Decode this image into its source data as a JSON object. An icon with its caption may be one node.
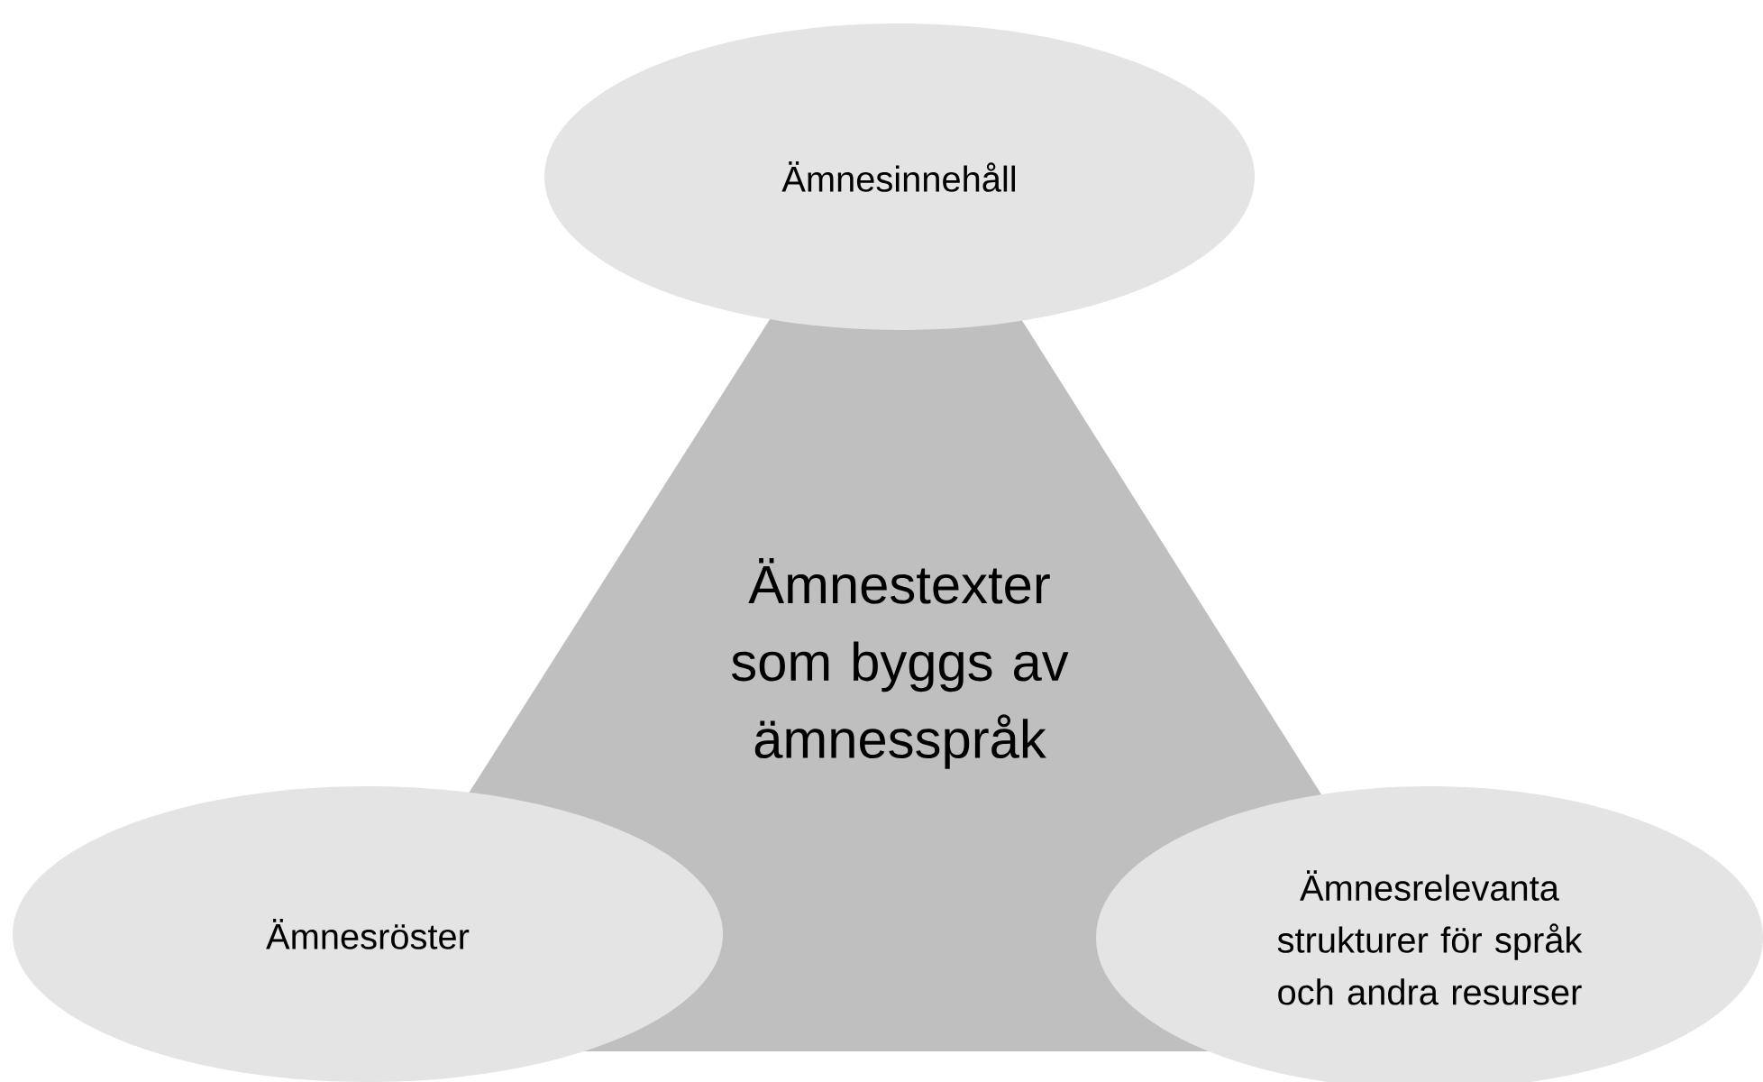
{
  "diagram": {
    "nodes": [
      {
        "text": [
          "Ämnesinnehåll"
        ]
      },
      {
        "text": [
          "Ämnestexter som byggs av ämnesspråk"
        ]
      },
      {
        "text": [
          "Ämnesröster"
        ]
      },
      {
        "text": [
          "Ämnesrelevanta strukturer för språk och andra resurser"
        ]
      }
    ]
  }
}
